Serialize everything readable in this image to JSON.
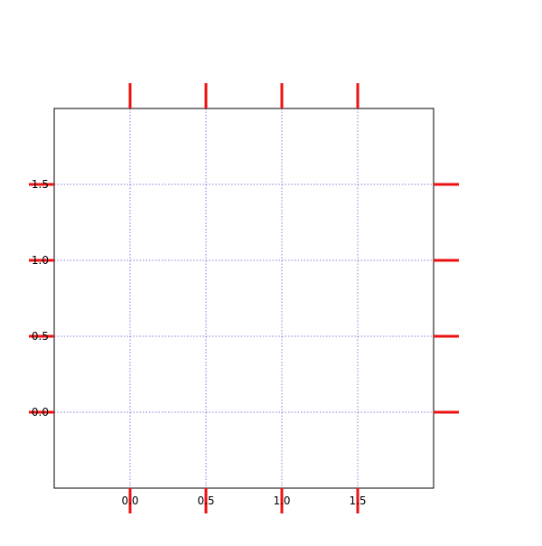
{
  "chart_data": {
    "type": "scatter",
    "title": "",
    "xlabel": "",
    "ylabel": "",
    "xlim": [
      -0.5,
      2.0
    ],
    "ylim": [
      -0.5,
      2.0
    ],
    "x_ticks": [
      0.0,
      0.5,
      1.0,
      1.5
    ],
    "y_ticks": [
      0.0,
      0.5,
      1.0,
      1.5
    ],
    "x_tick_labels": [
      "0.0",
      "0.5",
      "1.0",
      "1.5"
    ],
    "y_tick_labels": [
      "0.0",
      "0.5",
      "1.0",
      "1.5"
    ],
    "grid": true,
    "grid_style": "dotted",
    "grid_color": "#8080e0",
    "tick_color": "#ee1111",
    "tick_direction": "inout",
    "tick_labels_on": "bottom-left",
    "ticks_on": "all-sides",
    "series": []
  }
}
